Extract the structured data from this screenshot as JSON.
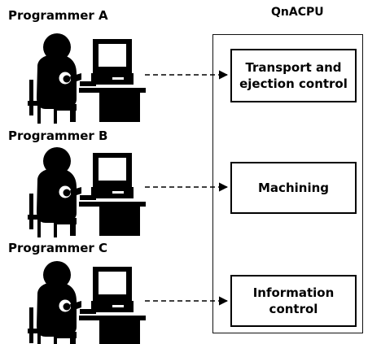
{
  "programmers": [
    {
      "label": "Programmer A"
    },
    {
      "label": "Programmer B"
    },
    {
      "label": "Programmer C"
    }
  ],
  "cpu": {
    "label": "QnACPU",
    "functions": [
      {
        "line1": "Transport and",
        "line2": "ejection control"
      },
      {
        "line1": "Machining",
        "line2": ""
      },
      {
        "line1": "Information",
        "line2": "control"
      }
    ]
  },
  "colors": {
    "ink": "#000000",
    "background": "#ffffff"
  }
}
